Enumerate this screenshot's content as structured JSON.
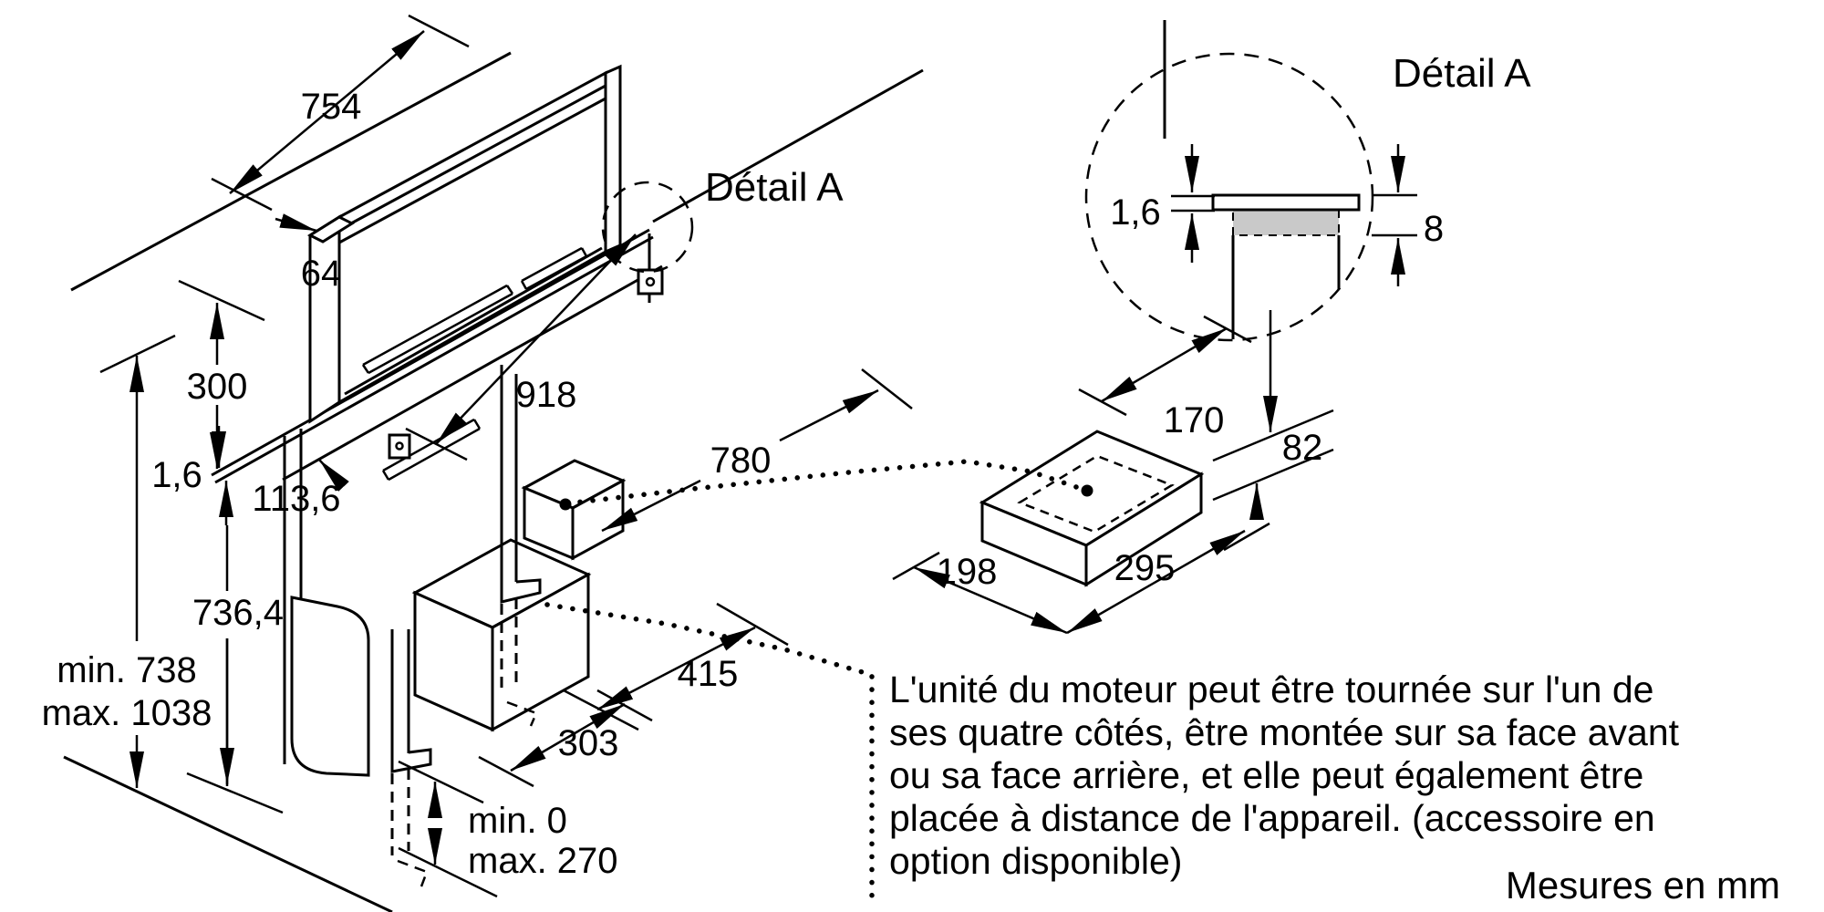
{
  "main": {
    "detail_marker": "Détail A",
    "dims": {
      "top_length": "754",
      "thickness": "64",
      "front_depth": "300",
      "plate": "1,6",
      "offset": "113,6",
      "below_height": "736,4",
      "total_min": "min. 738",
      "total_max": "max. 1038",
      "cutout": "918",
      "clearance": "780",
      "bracket": "415",
      "motor_w": "303",
      "foot_min": "min. 0",
      "foot_max": "max. 270"
    }
  },
  "detail": {
    "title": "Détail A",
    "plate": "1,6",
    "recess": "8"
  },
  "motor_unit": {
    "top_width": "170",
    "height": "82",
    "depth": "198",
    "length": "295"
  },
  "note": {
    "lines": [
      "L'unité du moteur peut être tournée sur l'un de",
      "ses quatre côtés, être montée sur sa face avant",
      "ou sa face arrière, et elle peut également être",
      "placée à distance de l'appareil. (accessoire en",
      "option disponible)"
    ]
  },
  "footer": {
    "units": "Mesures en mm"
  },
  "colors": {
    "line": "#000000",
    "seal": "#c9c9c9",
    "bg": "#ffffff"
  }
}
